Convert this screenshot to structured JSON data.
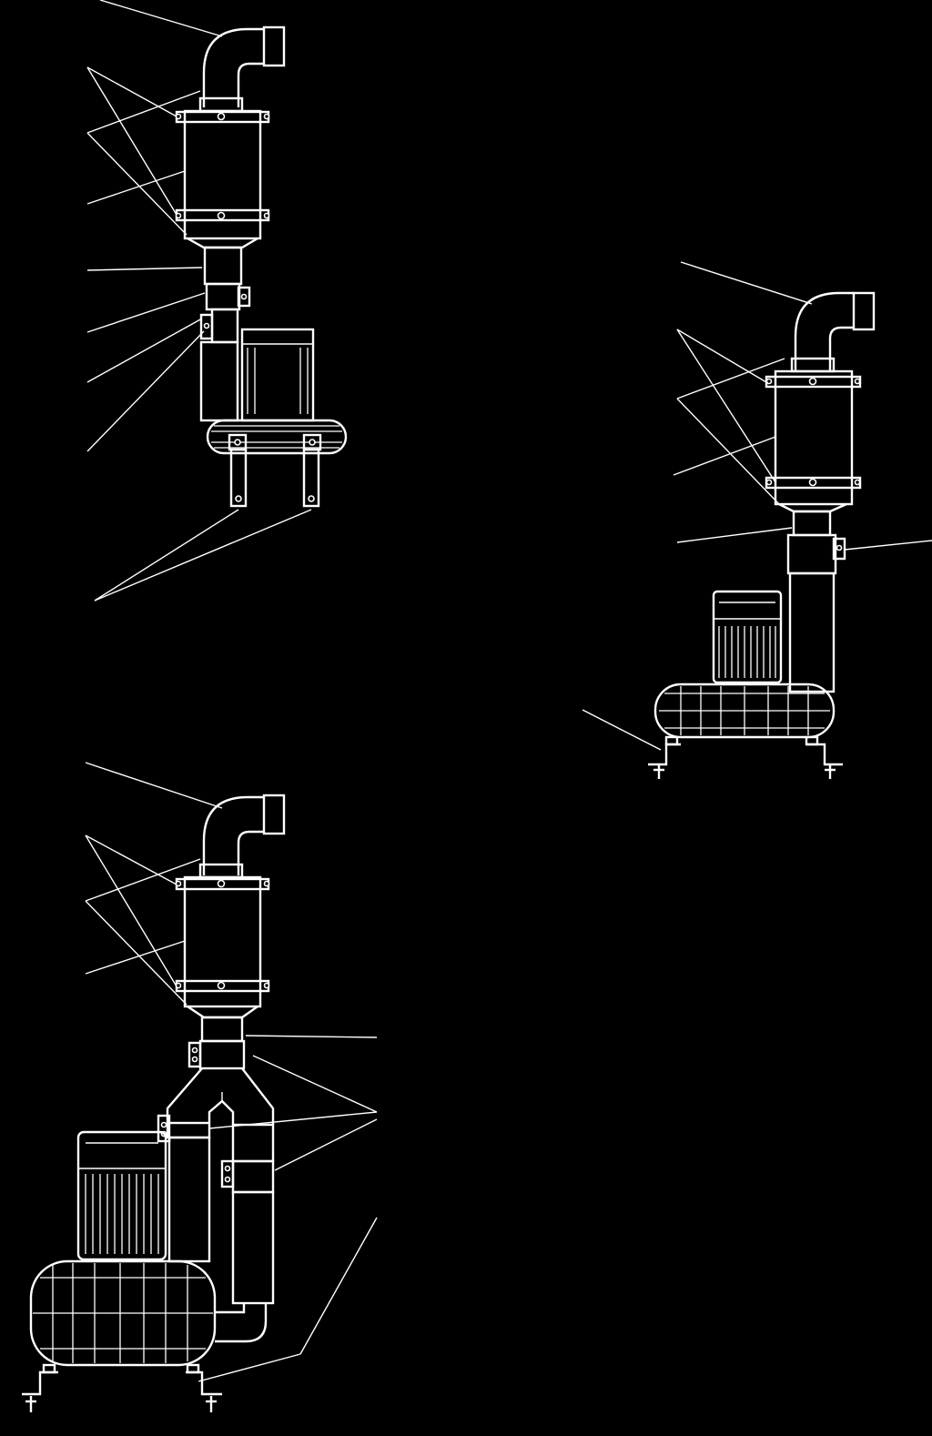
{
  "diagram": {
    "theme": {
      "background": "#000000",
      "stroke": "#ffffff"
    },
    "assemblies": [
      {
        "id": "single-stage-vertical-filter-with-motor-on-side"
      },
      {
        "id": "single-stage-with-motor-on-top-of-blower"
      },
      {
        "id": "twin-branch-filter-with-large-blower"
      }
    ],
    "callout_labels": []
  }
}
